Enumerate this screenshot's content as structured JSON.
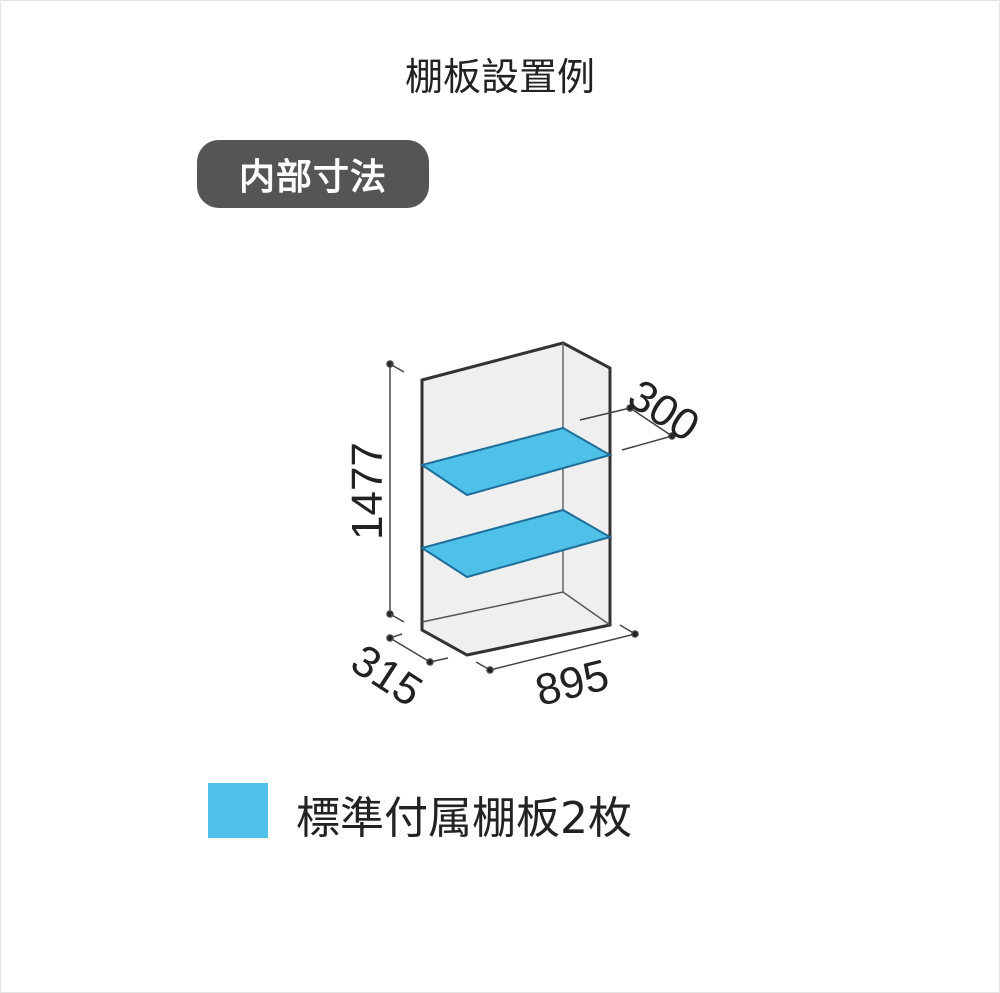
{
  "title": "棚板設置例",
  "badge": "内部寸法",
  "dimensions": {
    "height": "1477",
    "depth": "315",
    "width": "895",
    "shelf_depth": "300"
  },
  "legend": {
    "label": "標準付属棚板2枚",
    "color": "#4fc1e9"
  },
  "colors": {
    "box_fill": "#efefef",
    "box_stroke": "#333333",
    "shelf_stroke": "#1f6f9a"
  }
}
